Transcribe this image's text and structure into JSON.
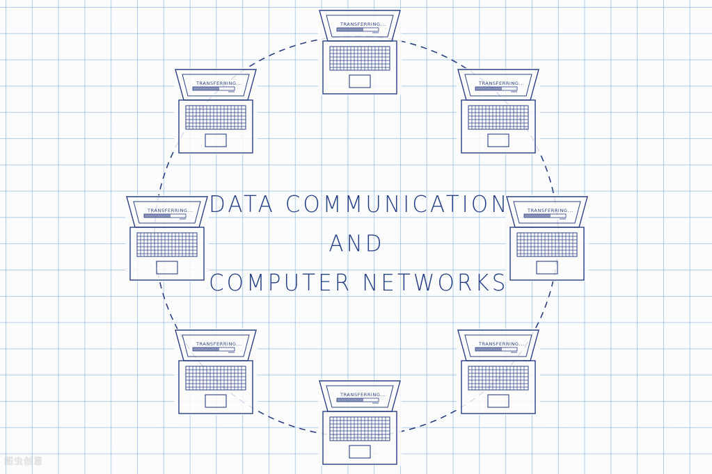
{
  "headline": {
    "line1": "DATA COMMUNICATION",
    "line2": "AND",
    "line3": "COMPUTER NETWORKS"
  },
  "laptop_screen_text": "TRANSFERRING...",
  "watermark": "图虫创意",
  "colors": {
    "ink": "#273f84",
    "grid": "#78a5d7",
    "paper": "#fbfcfd"
  }
}
